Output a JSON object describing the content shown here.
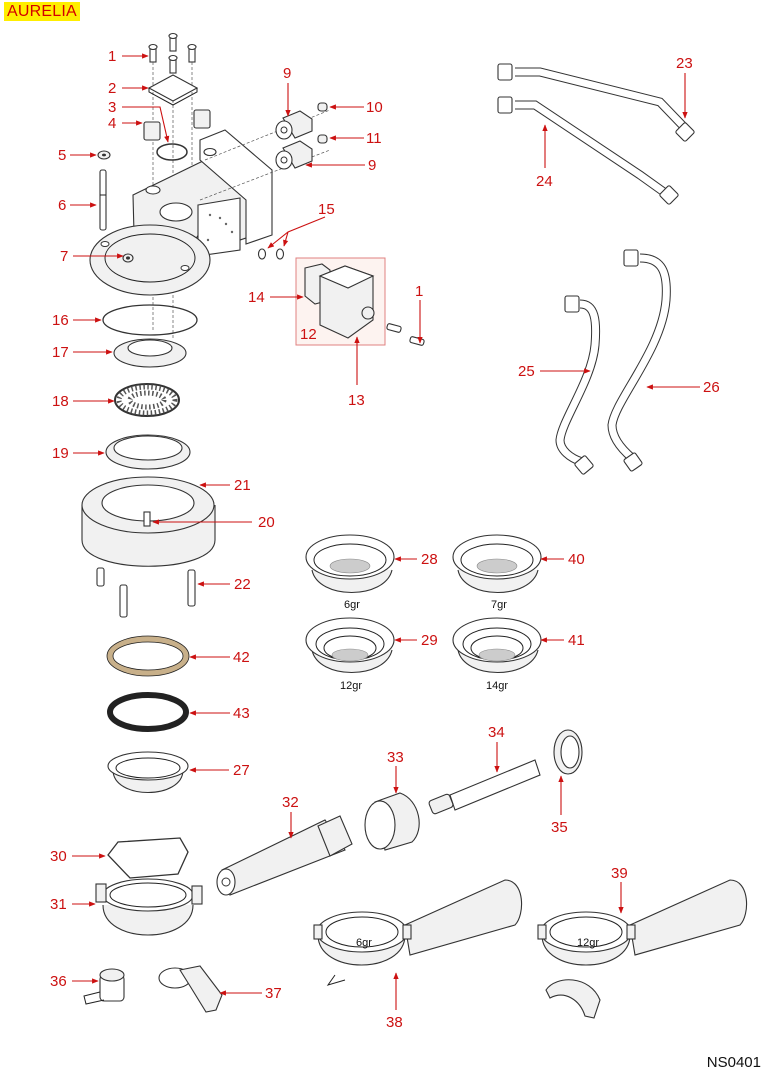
{
  "header": {
    "model_name": "AURELIA"
  },
  "footer": {
    "drawing_code": "NS0401"
  },
  "colors": {
    "callout": "#cc1111",
    "badge_bg": "#ffee00",
    "badge_text": "#d40000",
    "gasket_42": "#c8b08a",
    "gasket_43": "#222222"
  },
  "callouts": [
    {
      "id": "c1a",
      "label": "1"
    },
    {
      "id": "c2",
      "label": "2"
    },
    {
      "id": "c3",
      "label": "3"
    },
    {
      "id": "c4",
      "label": "4"
    },
    {
      "id": "c5",
      "label": "5"
    },
    {
      "id": "c6",
      "label": "6"
    },
    {
      "id": "c7",
      "label": "7"
    },
    {
      "id": "c9a",
      "label": "9"
    },
    {
      "id": "c9b",
      "label": "9"
    },
    {
      "id": "c10",
      "label": "10"
    },
    {
      "id": "c11",
      "label": "11"
    },
    {
      "id": "c12",
      "label": "12"
    },
    {
      "id": "c13",
      "label": "13"
    },
    {
      "id": "c14",
      "label": "14"
    },
    {
      "id": "c15",
      "label": "15"
    },
    {
      "id": "c1b",
      "label": "1"
    },
    {
      "id": "c16",
      "label": "16"
    },
    {
      "id": "c17",
      "label": "17"
    },
    {
      "id": "c18",
      "label": "18"
    },
    {
      "id": "c19",
      "label": "19"
    },
    {
      "id": "c20",
      "label": "20"
    },
    {
      "id": "c21",
      "label": "21"
    },
    {
      "id": "c22",
      "label": "22"
    },
    {
      "id": "c23",
      "label": "23"
    },
    {
      "id": "c24",
      "label": "24"
    },
    {
      "id": "c25",
      "label": "25"
    },
    {
      "id": "c26",
      "label": "26"
    },
    {
      "id": "c27",
      "label": "27"
    },
    {
      "id": "c28",
      "label": "28"
    },
    {
      "id": "c29",
      "label": "29"
    },
    {
      "id": "c30",
      "label": "30"
    },
    {
      "id": "c31",
      "label": "31"
    },
    {
      "id": "c32",
      "label": "32"
    },
    {
      "id": "c33",
      "label": "33"
    },
    {
      "id": "c34",
      "label": "34"
    },
    {
      "id": "c35",
      "label": "35"
    },
    {
      "id": "c36",
      "label": "36"
    },
    {
      "id": "c37",
      "label": "37"
    },
    {
      "id": "c38",
      "label": "38"
    },
    {
      "id": "c39",
      "label": "39"
    },
    {
      "id": "c40",
      "label": "40"
    },
    {
      "id": "c41",
      "label": "41"
    },
    {
      "id": "c42",
      "label": "42"
    },
    {
      "id": "c43",
      "label": "43"
    }
  ],
  "filter_baskets": [
    {
      "part": "28",
      "dose": "6gr"
    },
    {
      "part": "40",
      "dose": "7gr"
    },
    {
      "part": "29",
      "dose": "12gr"
    },
    {
      "part": "41",
      "dose": "14gr"
    }
  ],
  "portafilters": [
    {
      "part": "38",
      "dose": "6gr"
    },
    {
      "part": "39",
      "dose": "12gr"
    }
  ]
}
